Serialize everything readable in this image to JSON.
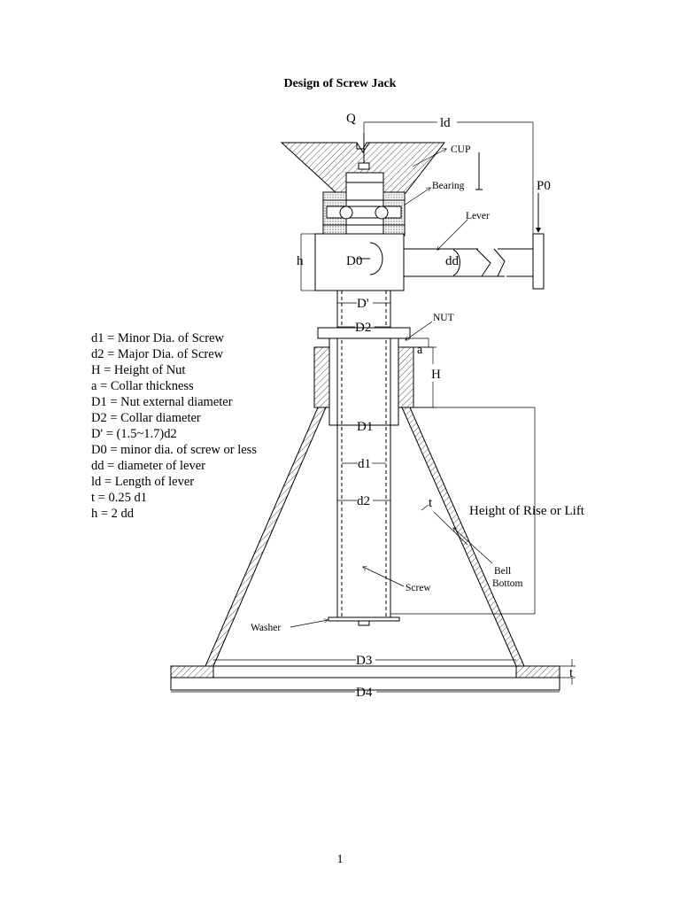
{
  "page": {
    "title": "Design of Screw Jack",
    "page_number": "1"
  },
  "legend": [
    "d1 = Minor Dia. of Screw",
    "d2 = Major Dia. of Screw",
    "H = Height of Nut",
    "a = Collar thickness",
    "D1 = Nut external diameter",
    "D2 = Collar diameter",
    "D' = (1.5~1.7)d2",
    "D0 = minor dia. of screw or less",
    "dd = diameter of lever",
    "ld = Length of lever",
    "t = 0.25 d1",
    "h = 2 dd"
  ],
  "labels": {
    "q": "Q",
    "ld": "ld",
    "cup": "CUP",
    "p0": "P0",
    "bearing": "Bearing",
    "lever": "Lever",
    "h": "h",
    "d0": "D0",
    "dd": "dd",
    "d_prime": "D'",
    "nut": "NUT",
    "d2_upper": "D2",
    "a": "a",
    "H": "H",
    "d1_upper": "D1",
    "d1_lower": "d1",
    "d2_lower": "d2",
    "t_bell": "t",
    "height_rise": "Height of Rise or Lift",
    "bell_line1": "Bell",
    "bell_line2": "Bottom",
    "screw": "Screw",
    "washer": "Washer",
    "d3": "D3",
    "t_base": "t",
    "d4": "D4"
  }
}
